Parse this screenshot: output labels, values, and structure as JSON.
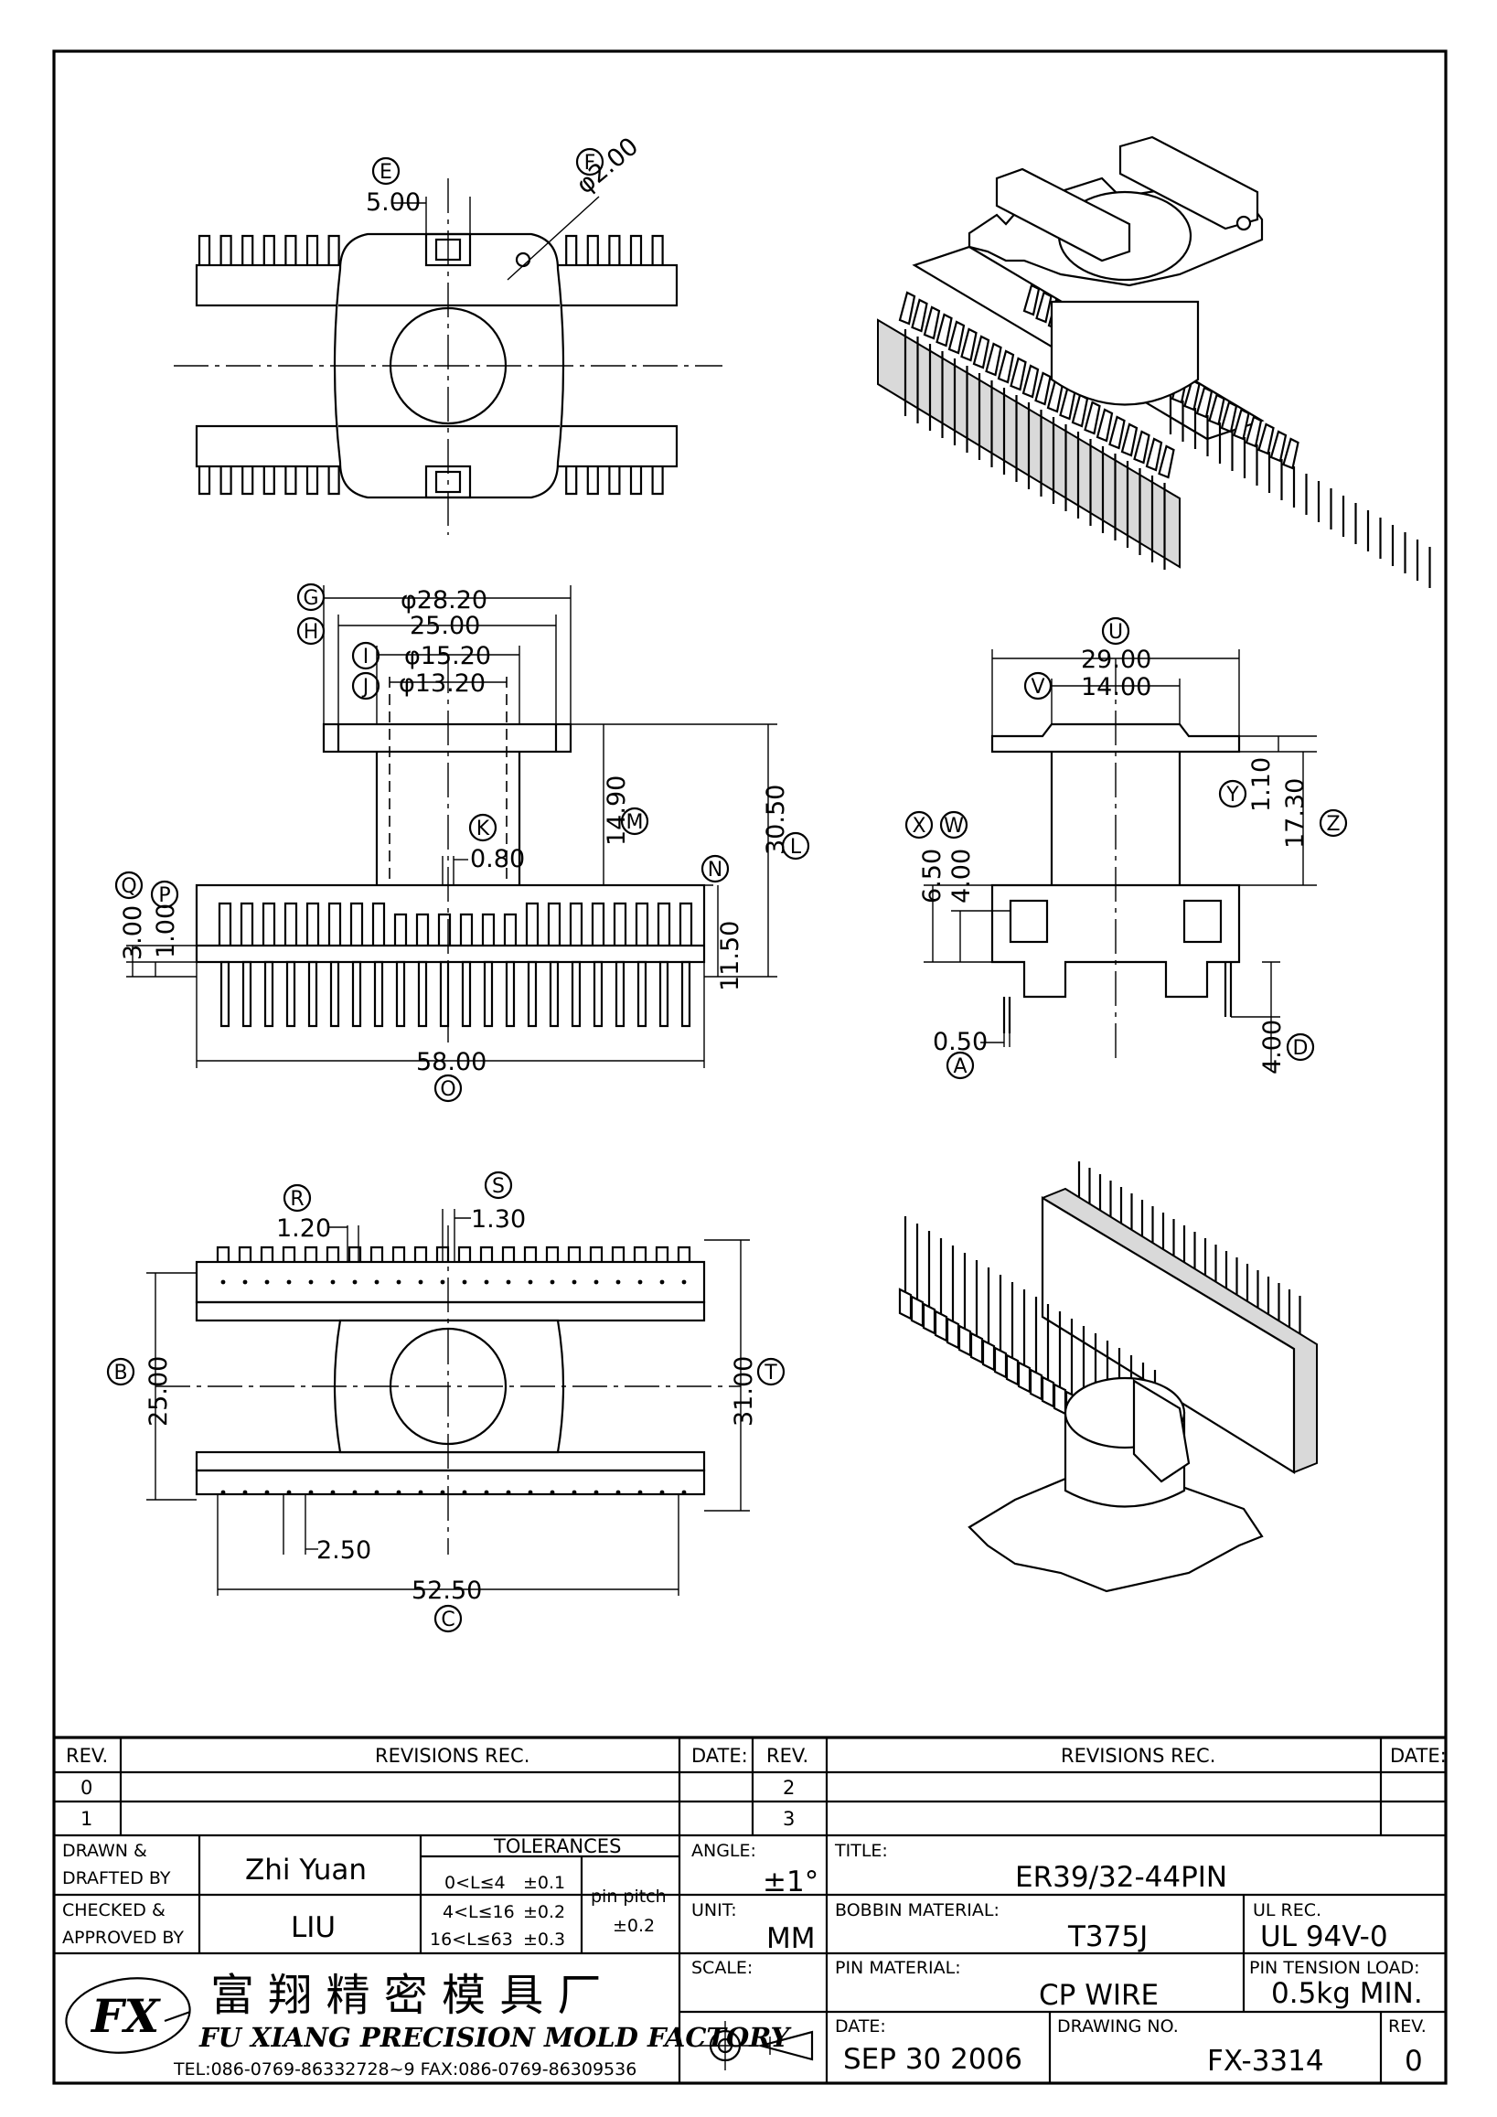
{
  "dims": {
    "top": {
      "E": "5.00",
      "F": "φ2.00"
    },
    "front": {
      "G": "φ28.20",
      "H": "25.00",
      "I": "φ15.20",
      "J": "φ13.20",
      "K": "0.80",
      "M": "14.90",
      "L": "30.50",
      "N": "11.50",
      "Q": "3.00",
      "P": "1.00",
      "O": "58.00"
    },
    "side": {
      "U": "29.00",
      "V": "14.00",
      "Y": "1.10",
      "Z": "17.30",
      "X": "6.50",
      "W": "4.00",
      "A": "0.50",
      "D": "4.00"
    },
    "bottom": {
      "R": "1.20",
      "S": "1.30",
      "B": "25.00",
      "T": "31.00",
      "pitch": "2.50",
      "C": "52.50"
    }
  },
  "callouts": [
    "E",
    "F",
    "G",
    "H",
    "I",
    "J",
    "K",
    "M",
    "L",
    "N",
    "Q",
    "P",
    "O",
    "U",
    "V",
    "Y",
    "Z",
    "X",
    "W",
    "A",
    "D",
    "R",
    "S",
    "B",
    "T",
    "C"
  ],
  "revisions": {
    "rev_header": "REV.",
    "rec_header": "REVISIONS   REC.",
    "date_header": "DATE:",
    "left_revs": [
      "0",
      "1"
    ],
    "right_revs": [
      "2",
      "3"
    ]
  },
  "title_block": {
    "drawn_label_1": "DRAWN  &",
    "drawn_label_2": "DRAFTED  BY",
    "drawn_by": "Zhi  Yuan",
    "checked_label_1": "CHECKED  &",
    "checked_label_2": "APPROVED  BY",
    "checked_by": "LIU",
    "tolerances_label": "TOLERANCES",
    "tol_rows": [
      {
        "range": "0<L≤4",
        "value": "±0.1"
      },
      {
        "range": "4<L≤16",
        "value": "±0.2"
      },
      {
        "range": "16<L≤63",
        "value": "±0.3"
      }
    ],
    "pin_pitch_label": "pin  pitch",
    "pin_pitch_value": "±0.2",
    "angle_label": "ANGLE:",
    "angle_value": "±1°",
    "unit_label": "UNIT:",
    "unit_value": "MM",
    "scale_label": "SCALE:",
    "title_label": "TITLE:",
    "title_value": "ER39/32-44PIN",
    "bobbin_label": "BOBBIN  MATERIAL:",
    "bobbin_value": "T375J",
    "ul_label": "UL  REC.",
    "ul_value": "UL  94V-0",
    "pin_material_label": "PIN  MATERIAL:",
    "pin_material_value": "CP  WIRE",
    "tension_label": "PIN  TENSION  LOAD:",
    "tension_value": "0.5kg  MIN.",
    "date_label": "DATE:",
    "date_value": "SEP  30  2006",
    "drawing_no_label": "DRAWING  NO.",
    "drawing_no": "FX-3314",
    "rev_label": "REV.",
    "rev_value": "0",
    "company_chinese": "富 翔 精 密 模 具 厂",
    "company_english": "FU  XIANG  PRECISION  MOLD  FACTORY",
    "company_contact": "TEL:086-0769-86332728~9   FAX:086-0769-86309536"
  }
}
